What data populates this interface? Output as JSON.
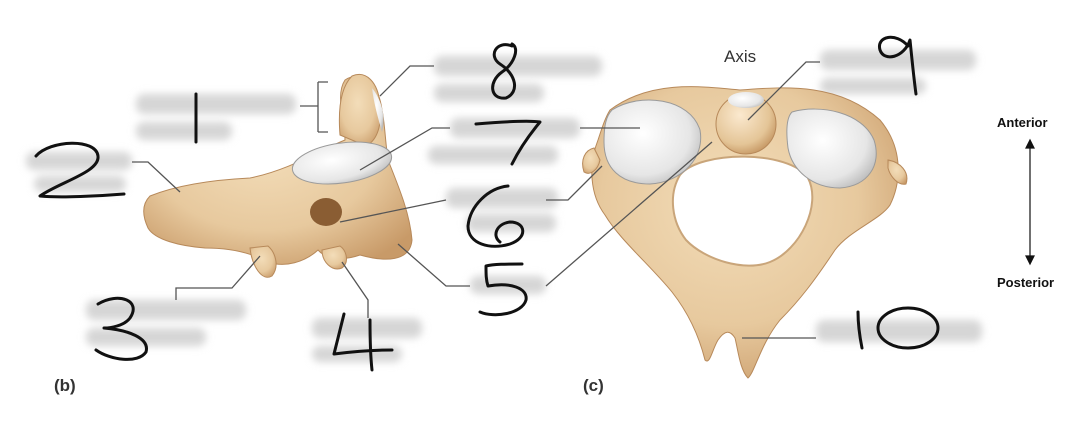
{
  "figure": {
    "title": "Axis",
    "panels": [
      {
        "id": "b",
        "label": "(b)"
      },
      {
        "id": "c",
        "label": "(c)"
      }
    ],
    "orientation": {
      "top": "Anterior",
      "bottom": "Posterior"
    }
  },
  "handwritten_numbers": [
    "1",
    "2",
    "3",
    "4",
    "5",
    "6",
    "7",
    "8",
    "9",
    "10"
  ],
  "colors": {
    "bone": "#e9cfa7",
    "bone_shadow": "#c99c6b",
    "cartilage": "#eeeeee",
    "label_blur": "#d9d9d9",
    "leader_line": "#555555"
  }
}
